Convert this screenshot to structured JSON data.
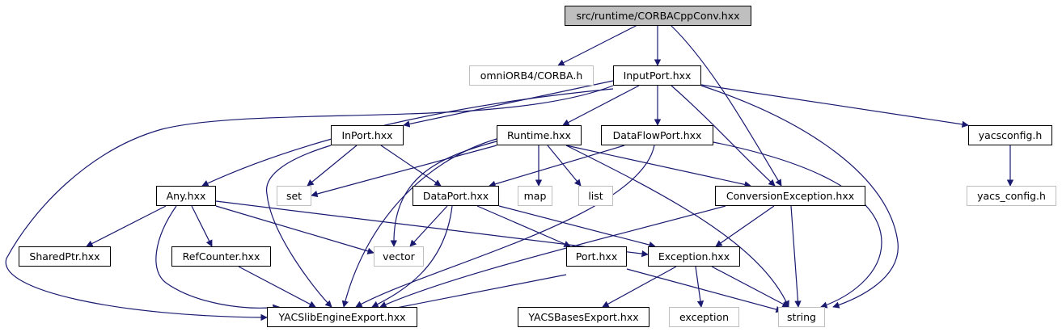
{
  "colors": {
    "edge": "#191970",
    "root_fill": "#bfbfbf",
    "external_border": "#bfbfbf",
    "node_border": "#000000"
  },
  "nodes": {
    "root": "src/runtime/CORBACppConv.hxx",
    "omniorb": "omniORB4/CORBA.h",
    "inputport": "InputPort.hxx",
    "inport": "InPort.hxx",
    "runtime": "Runtime.hxx",
    "dataflowport": "DataFlowPort.hxx",
    "yacsconfig": "yacsconfig.h",
    "any": "Any.hxx",
    "set": "set",
    "dataport": "DataPort.hxx",
    "map": "map",
    "list": "list",
    "convexc": "ConversionException.hxx",
    "yacs_config": "yacs_config.h",
    "sharedptr": "SharedPtr.hxx",
    "refcounter": "RefCounter.hxx",
    "vector": "vector",
    "port": "Port.hxx",
    "exception_hxx": "Exception.hxx",
    "yacslib": "YACSlibEngineExport.hxx",
    "yacsbases": "YACSBasesExport.hxx",
    "exception": "exception",
    "string": "string"
  },
  "edges": [
    [
      "root",
      "omniorb"
    ],
    [
      "root",
      "inputport"
    ],
    [
      "root",
      "convexc"
    ],
    [
      "inputport",
      "inport"
    ],
    [
      "inputport",
      "runtime"
    ],
    [
      "inputport",
      "dataflowport"
    ],
    [
      "inputport",
      "convexc"
    ],
    [
      "inputport",
      "yacsconfig"
    ],
    [
      "inputport",
      "string"
    ],
    [
      "inputport",
      "any"
    ],
    [
      "inputport",
      "yacslib"
    ],
    [
      "inport",
      "set"
    ],
    [
      "inport",
      "dataport"
    ],
    [
      "inport",
      "yacslib"
    ],
    [
      "runtime",
      "set"
    ],
    [
      "runtime",
      "vector"
    ],
    [
      "runtime",
      "yacslib"
    ],
    [
      "runtime",
      "map"
    ],
    [
      "runtime",
      "list"
    ],
    [
      "runtime",
      "convexc"
    ],
    [
      "runtime",
      "string"
    ],
    [
      "dataflowport",
      "dataport"
    ],
    [
      "dataflowport",
      "yacslib"
    ],
    [
      "dataflowport",
      "string"
    ],
    [
      "yacsconfig",
      "yacs_config"
    ],
    [
      "any",
      "sharedptr"
    ],
    [
      "any",
      "refcounter"
    ],
    [
      "any",
      "vector"
    ],
    [
      "any",
      "exception_hxx"
    ],
    [
      "any",
      "yacslib"
    ],
    [
      "refcounter",
      "yacslib"
    ],
    [
      "dataport",
      "vector"
    ],
    [
      "dataport",
      "yacslib"
    ],
    [
      "dataport",
      "port"
    ],
    [
      "dataport",
      "exception_hxx"
    ],
    [
      "convexc",
      "exception_hxx"
    ],
    [
      "convexc",
      "string"
    ],
    [
      "convexc",
      "yacslib"
    ],
    [
      "port",
      "yacslib"
    ],
    [
      "port",
      "string"
    ],
    [
      "exception_hxx",
      "yacsbases"
    ],
    [
      "exception_hxx",
      "exception"
    ],
    [
      "exception_hxx",
      "string"
    ]
  ]
}
